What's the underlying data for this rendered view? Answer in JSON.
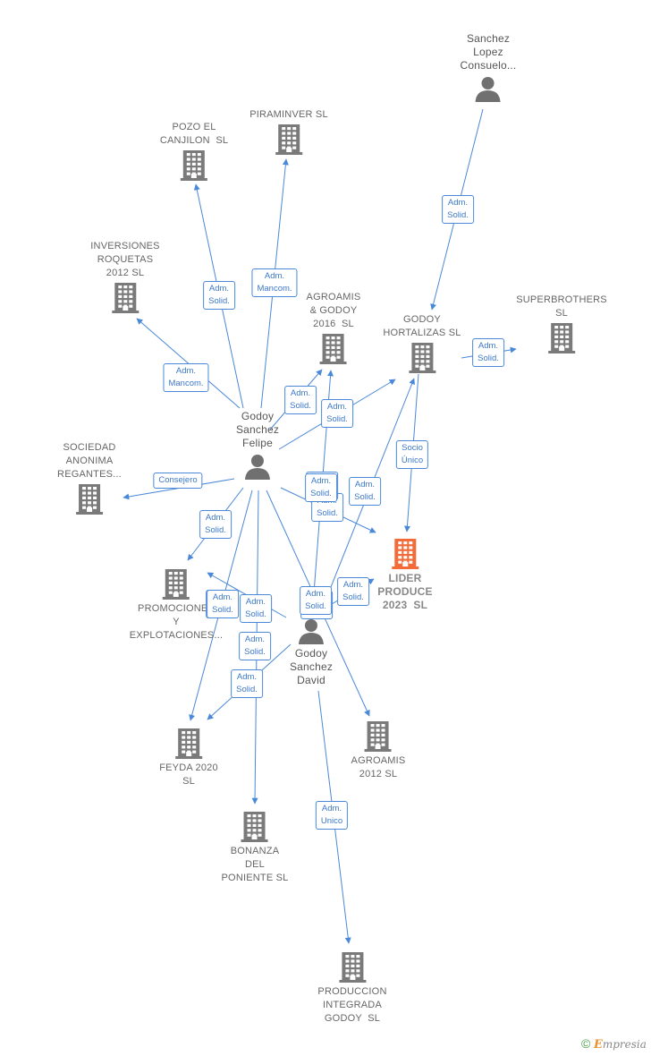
{
  "nodes": [
    {
      "id": "sanchez_lopez",
      "kind": "person",
      "label": "Sanchez\nLopez\nConsuelo..."
    },
    {
      "id": "piraminver",
      "kind": "company",
      "label": "PIRAMINVER SL"
    },
    {
      "id": "pozo",
      "kind": "company",
      "label": "POZO EL\nCANJILON  SL"
    },
    {
      "id": "inversiones",
      "kind": "company",
      "label": "INVERSIONES\nROQUETAS\n2012 SL"
    },
    {
      "id": "agroamis_godoy",
      "kind": "company",
      "label": "AGROAMIS\n& GODOY\n2016  SL"
    },
    {
      "id": "godoy_hortalizas",
      "kind": "company",
      "label": "GODOY\nHORTALIZAS SL"
    },
    {
      "id": "superbrothers",
      "kind": "company",
      "label": "SUPERBROTHERS\nSL"
    },
    {
      "id": "felipe",
      "kind": "person",
      "label": "Godoy\nSanchez\nFelipe"
    },
    {
      "id": "sociedad",
      "kind": "company",
      "label": "SOCIEDAD\nANONIMA\nREGANTES..."
    },
    {
      "id": "lider",
      "kind": "main",
      "label": "LIDER\nPRODUCE\n2023  SL"
    },
    {
      "id": "promociones",
      "kind": "company",
      "label": "PROMOCIONES\nY\nEXPLOTACIONES..."
    },
    {
      "id": "david",
      "kind": "person",
      "label": "Godoy\nSanchez\nDavid"
    },
    {
      "id": "feyda",
      "kind": "company",
      "label": "FEYDA 2020\nSL"
    },
    {
      "id": "agroamis2012",
      "kind": "company",
      "label": "AGROAMIS\n2012 SL"
    },
    {
      "id": "bonanza",
      "kind": "company",
      "label": "BONANZA\nDEL\nPONIENTE SL"
    },
    {
      "id": "produccion",
      "kind": "company",
      "label": "PRODUCCION\nINTEGRADA\nGODOY  SL"
    }
  ],
  "edges": [
    {
      "from": "sanchez_lopez",
      "to": "godoy_hortalizas",
      "label": "Adm.\nSolid."
    },
    {
      "from": "godoy_hortalizas",
      "to": "superbrothers",
      "label": "Adm.\nSolid."
    },
    {
      "from": "godoy_hortalizas",
      "to": "lider",
      "label": "Socio\nÚnico"
    },
    {
      "from": "felipe",
      "to": "pozo",
      "label": "Adm.\nSolid."
    },
    {
      "from": "felipe",
      "to": "piraminver",
      "label": "Adm.\nMancom."
    },
    {
      "from": "felipe",
      "to": "inversiones",
      "label": "Adm.\nMancom."
    },
    {
      "from": "felipe",
      "to": "agroamis_godoy",
      "label": "Adm.\nSolid."
    },
    {
      "from": "felipe",
      "to": "godoy_hortalizas",
      "label": "Adm.\nSolid."
    },
    {
      "from": "felipe",
      "to": "sociedad",
      "label": "Consejero"
    },
    {
      "from": "felipe",
      "to": "promociones",
      "label": "Adm.\nSolid."
    },
    {
      "from": "felipe",
      "to": "lider",
      "label": "Adm.\nSolid."
    },
    {
      "from": "felipe",
      "to": "feyda",
      "label": "Adm.\nSolid."
    },
    {
      "from": "felipe",
      "to": "bonanza",
      "label": "Adm.\nSolid."
    },
    {
      "from": "felipe",
      "to": "agroamis2012",
      "label": "Adm.\nSolid."
    },
    {
      "from": "david",
      "to": "agroamis_godoy",
      "label": "Adm.\nSolid."
    },
    {
      "from": "david",
      "to": "godoy_hortalizas",
      "label": "Adm.\nSolid."
    },
    {
      "from": "david",
      "to": "lider",
      "label": "Adm.\nSolid."
    },
    {
      "from": "david",
      "to": "promociones",
      "label": "Adm.\nSolid."
    },
    {
      "from": "david",
      "to": "feyda",
      "label": "Adm.\nSolid."
    },
    {
      "from": "david",
      "to": "produccion",
      "label": "Adm.\nUnico"
    },
    {
      "from": "david",
      "to": "lider_b",
      "label": "Adm.\nSolid."
    }
  ],
  "colors": {
    "company": "#7a7a7a",
    "main": "#f26b38",
    "person": "#707070",
    "edge": "#4a88d8"
  },
  "brand": {
    "symbol": "©",
    "initial": "E",
    "rest": "mpresia"
  }
}
